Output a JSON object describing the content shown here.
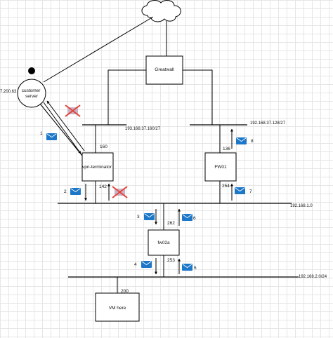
{
  "nodes": {
    "greatwall": "Greatwall",
    "customer_server": [
      "customer",
      "server"
    ],
    "vpn_terminator": "vpn-terminator",
    "fw01": "FW01",
    "fw02a": "fw02a",
    "vm": "VM here"
  },
  "labels": {
    "customer_ip": "7.200.63",
    "net_193": "193.168.37.160/27",
    "net_192_128": "192.168.37.128/27",
    "net_192_1": "192.168.1.0",
    "net_192_2": "192.168.2.0/24",
    "vpn_top_if": "160",
    "vpn_bottom_if": "142",
    "fw01_top_if": "136",
    "fw01_bottom_if": "254",
    "fw02a_top_if": "262",
    "fw02a_bottom_if": "253",
    "vm_if": "200"
  },
  "steps": {
    "s1": "1",
    "s2": "2",
    "s3": "3",
    "s4": "4",
    "s5": "5",
    "s6": "6",
    "s7": "7",
    "s8": "8"
  },
  "icons": {
    "envelope": "envelope-icon",
    "crossed_envelope": "crossed-out-envelope-icon",
    "cloud": "cloud-icon"
  },
  "colors": {
    "envelope": "#1d77c8",
    "cross": "#e0443a",
    "grid": "#e6e6e6"
  }
}
